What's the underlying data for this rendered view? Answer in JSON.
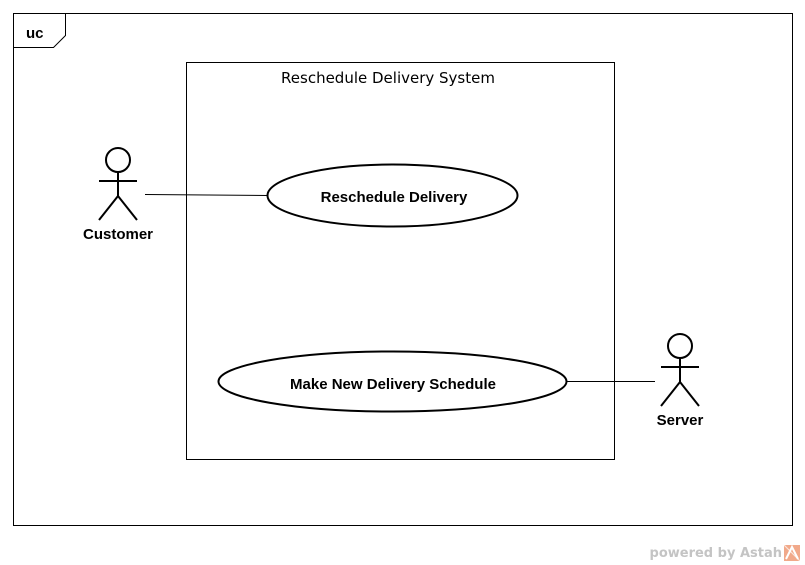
{
  "diagram": {
    "frame_tag": "uc",
    "system": {
      "title": "Reschedule Delivery System"
    },
    "actors": {
      "customer": {
        "name": "Customer"
      },
      "server": {
        "name": "Server"
      }
    },
    "use_cases": {
      "reschedule": {
        "name": "Reschedule Delivery"
      },
      "make_new": {
        "name": "Make New Delivery Schedule"
      }
    },
    "associations": [
      {
        "from": "Customer",
        "to": "Reschedule Delivery"
      },
      {
        "from": "Server",
        "to": "Make New Delivery Schedule"
      }
    ]
  },
  "watermark": {
    "text": "powered by Astah",
    "icon": "astah-logo-icon"
  }
}
